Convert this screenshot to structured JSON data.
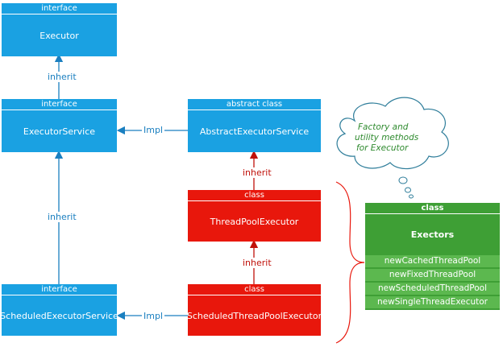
{
  "nodes": {
    "executor": {
      "stereotype": "interface",
      "name": "Executor"
    },
    "executor_service": {
      "stereotype": "interface",
      "name": "ExecutorService"
    },
    "abstract_executor_service": {
      "stereotype": "abstract class",
      "name": "AbstractExecutorService"
    },
    "thread_pool_executor": {
      "stereotype": "class",
      "name": "ThreadPoolExecutor"
    },
    "scheduled_executor_service": {
      "stereotype": "interface",
      "name": "ScheduledExecutorService"
    },
    "scheduled_thread_pool_executor": {
      "stereotype": "class",
      "name": "ScheduledThreadPoolExecutor"
    },
    "executors": {
      "stereotype": "class",
      "name": "Exectors",
      "methods": [
        "newCachedThreadPool",
        "newFixedThreadPool",
        "newScheduledThreadPool",
        "newSingleThreadExecutor"
      ]
    }
  },
  "edges": {
    "inherit_executor": "inherit",
    "inherit_scheduled": "inherit",
    "impl_abstract": "Impl",
    "impl_scheduled": "Impl",
    "inherit_abstract": "inherit",
    "inherit_threadpool": "inherit"
  },
  "note": {
    "line1": "Factory and",
    "line2": "utility methods",
    "line3": "for  Executor"
  },
  "colors": {
    "interface": "#1aa1e2",
    "class_red": "#e8170c",
    "class_green": "#3e9f35",
    "method_row": "#5cb84f"
  }
}
